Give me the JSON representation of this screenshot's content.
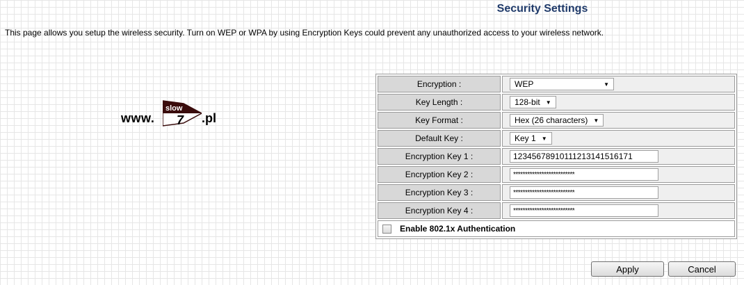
{
  "page": {
    "title": "Security Settings",
    "description": "This page allows you setup the wireless security. Turn on WEP or WPA by using Encryption Keys could prevent any unauthorized access to your wireless network."
  },
  "logo": {
    "prefix": "www.",
    "badge_top": "slow",
    "badge_number": "7",
    "suffix": ".pl"
  },
  "form": {
    "encryption": {
      "label": "Encryption :",
      "value": "WEP"
    },
    "key_length": {
      "label": "Key Length :",
      "value": "128-bit"
    },
    "key_format": {
      "label": "Key Format :",
      "value": "Hex (26 characters)"
    },
    "default_key": {
      "label": "Default Key :",
      "value": "Key 1"
    },
    "keys": [
      {
        "label": "Encryption Key 1 :",
        "value": "12345678910111213141516171"
      },
      {
        "label": "Encryption Key 2 :",
        "value": "**************************"
      },
      {
        "label": "Encryption Key 3 :",
        "value": "**************************"
      },
      {
        "label": "Encryption Key 4 :",
        "value": "**************************"
      }
    ],
    "enable_8021x": {
      "label": "Enable 802.1x Authentication",
      "checked": false
    }
  },
  "buttons": {
    "apply": "Apply",
    "cancel": "Cancel"
  },
  "colors": {
    "title": "#1f3a6a",
    "label_cell": "#d8d8d8",
    "value_cell": "#efefef",
    "logo_badge": "#3a0c0c"
  }
}
